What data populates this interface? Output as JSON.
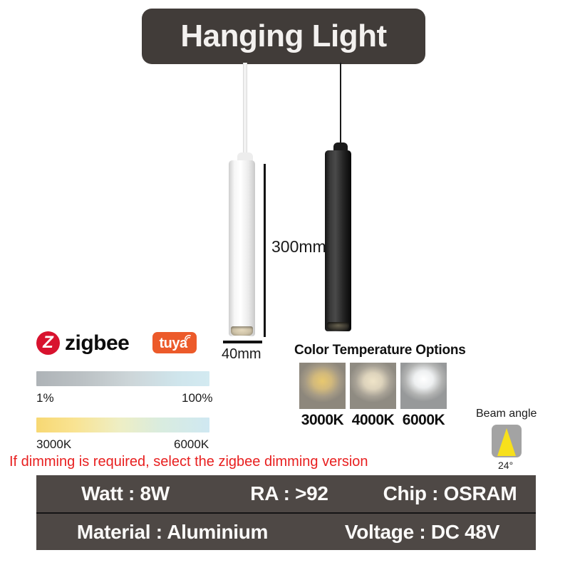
{
  "banner": {
    "title": "Hanging Light",
    "background_color": "#413c39",
    "text_color": "#f3f1ef"
  },
  "product": {
    "lamps": [
      {
        "name": "white-pendant-lamp",
        "finish": "white",
        "cord": "white"
      },
      {
        "name": "black-pendant-lamp",
        "finish": "black",
        "cord": "black"
      }
    ],
    "dimensions": {
      "height_label": "300mm",
      "diameter_label": "40mm"
    }
  },
  "logos": {
    "zigbee": {
      "mark": "Z",
      "word": "zigbee",
      "color": "#d8122e"
    },
    "tuya": {
      "word": "tuya",
      "color": "#ec5a2a"
    }
  },
  "bars": {
    "dimming": {
      "name": "dimming-range-bar",
      "min_label": "1%",
      "max_label": "100%",
      "gradient_from": "#aeb3b7",
      "gradient_to": "#d3eaf1"
    },
    "color_temperature": {
      "name": "color-temperature-bar",
      "min_label": "3000K",
      "max_label": "6000K",
      "gradient_from": "#f7d873",
      "gradient_to": "#cfe8f2"
    }
  },
  "color_temperature_section": {
    "heading": "Color Temperature Options",
    "options": [
      {
        "label": "3000K",
        "tone": "warm-white"
      },
      {
        "label": "4000K",
        "tone": "neutral-white"
      },
      {
        "label": "6000K",
        "tone": "cool-white"
      }
    ]
  },
  "beam_angle": {
    "title": "Beam angle",
    "value": "24°",
    "cone_color": "#f7e01c",
    "box_color": "#a3a3a3"
  },
  "notice": {
    "text": "If dimming is required, select the zigbee dimming version",
    "color": "#e81f1f"
  },
  "specs": {
    "background_color": "#4e4845",
    "rows": [
      [
        "Watt : 8W",
        "RA : >92",
        "Chip : OSRAM"
      ],
      [
        "Material : Aluminium",
        "Voltage : DC 48V"
      ]
    ]
  }
}
